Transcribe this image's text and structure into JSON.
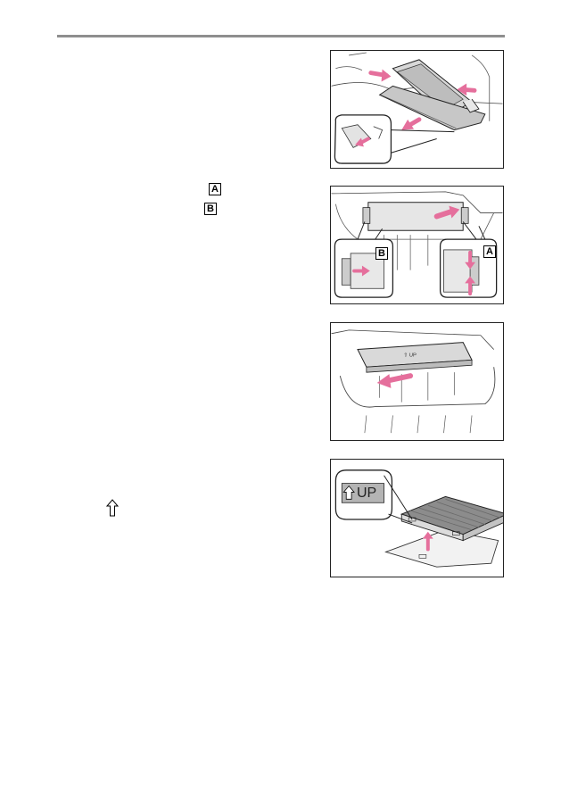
{
  "markers": {
    "text_a": "A",
    "text_b": "B",
    "fig_a": "A",
    "fig_b": "B"
  },
  "filter_label": "UP",
  "colors": {
    "arrow": "#e56f9c",
    "rule": "#8e8e8e",
    "line": "#333333"
  },
  "icons": {
    "up_arrow": "outline-up-arrow-icon"
  }
}
